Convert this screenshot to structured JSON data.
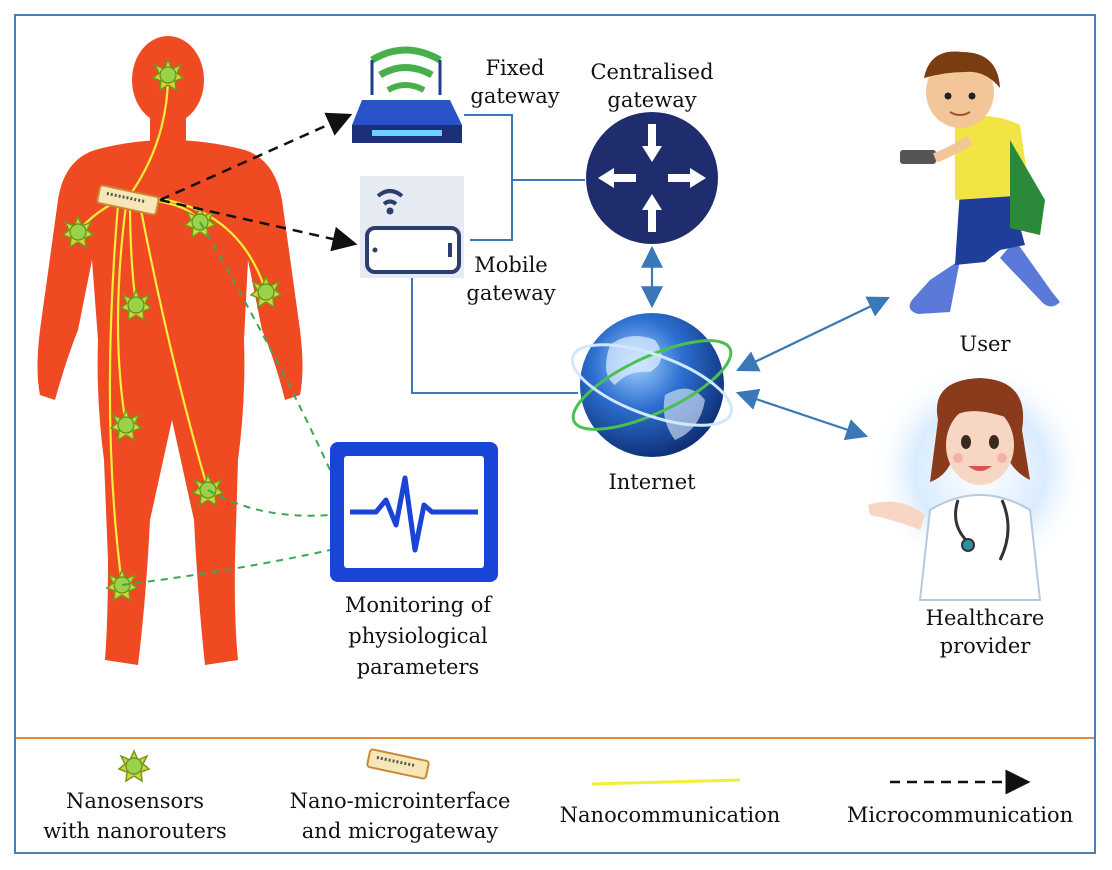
{
  "labels": {
    "fixed_gateway": [
      "Fixed",
      "gateway"
    ],
    "centralised_gateway": [
      "Centralised",
      "gateway"
    ],
    "mobile_gateway": [
      "Mobile",
      "gateway"
    ],
    "internet": "Internet",
    "user": "User",
    "healthcare_provider": [
      "Healthcare",
      "provider"
    ],
    "monitoring": [
      "Monitoring of",
      "physiological",
      "parameters"
    ]
  },
  "legend": {
    "nanosensors": [
      "Nanosensors",
      "with nanorouters"
    ],
    "nano_interface": [
      "Nano-microinterface",
      "and microgateway"
    ],
    "nanocommunication": "Nanocommunication",
    "microcommunication": "Microcommunication"
  },
  "colors": {
    "body": "#f04a23",
    "nanowire": "#f2ee3a",
    "sensor": "#9ad34a",
    "network_line": "#3a78b8",
    "gateway_node": "#1f2d6e",
    "monitor": "#1a44d8",
    "dashed_green": "#3aa856",
    "divider": "#e08a3c"
  },
  "icons": {
    "router": "wifi-router-icon",
    "phone": "mobile-phone-icon",
    "central": "central-router-icon",
    "globe": "globe-icon",
    "monitor": "ecg-monitor-icon",
    "user": "walking-user-icon",
    "doctor": "healthcare-provider-icon"
  }
}
